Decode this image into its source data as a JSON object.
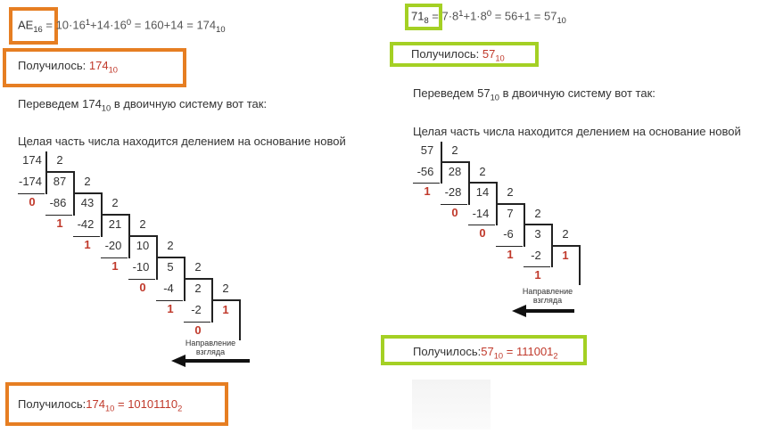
{
  "left": {
    "hex_base": "AE",
    "hex_base_sub": "16",
    "eq_p1": "= 10·16",
    "eq_p1_sup": "1",
    "eq_p2": "+14·16",
    "eq_p2_sup": "0",
    "eq_p3": " = 160+14 = 174",
    "eq_p3_sub": "10",
    "result_label": "Получилось: ",
    "result_value": "174",
    "result_value_sub": "10",
    "convert_text_a": "Переведем 174",
    "convert_text_sub": "10",
    "convert_text_b": " в двоичную систему вот так:",
    "rule_text": "Целая часть числа находится делением на основание новой",
    "division": {
      "dividends": [
        "174",
        "87",
        "43",
        "21",
        "10",
        "5",
        "2",
        "1"
      ],
      "divisors": [
        "2",
        "2",
        "2",
        "2",
        "2",
        "2",
        "2"
      ],
      "subtracted": [
        "-174",
        "-86",
        "-42",
        "-20",
        "-10",
        "-4",
        "-2"
      ],
      "remainders": [
        "0",
        "1",
        "1",
        "1",
        "0",
        "1",
        "0"
      ]
    },
    "direction_label_1": "Направление",
    "direction_label_2": "взгляда",
    "final_label": "Получилось:",
    "final_a": "174",
    "final_a_sub": "10",
    "final_b": " = 10101110",
    "final_b_sub": "2"
  },
  "right": {
    "oct_base": "71",
    "oct_base_sub": "8",
    "eq_p1": " = 7·8",
    "eq_p1_sup": "1",
    "eq_p2": "+1·8",
    "eq_p2_sup": "0",
    "eq_p3": " = 56+1 = 57",
    "eq_p3_sub": "10",
    "result_label": "Получилось: ",
    "result_value": "57",
    "result_value_sub": "10",
    "convert_text_a": "Переведем 57",
    "convert_text_sub": "10",
    "convert_text_b": " в двоичную систему вот так:",
    "rule_text": "Целая часть числа находится делением на основание новой",
    "division": {
      "dividends": [
        "57",
        "28",
        "14",
        "7",
        "3",
        "1"
      ],
      "divisors": [
        "2",
        "2",
        "2",
        "2",
        "2"
      ],
      "subtracted": [
        "-56",
        "-28",
        "-14",
        "-6",
        "-2"
      ],
      "remainders": [
        "1",
        "0",
        "0",
        "1",
        "1"
      ]
    },
    "direction_label_1": "Направление",
    "direction_label_2": "взгляда",
    "final_label": "Получилось:",
    "final_a": "57",
    "final_a_sub": "10",
    "final_b": " = 111001",
    "final_b_sub": "2"
  },
  "colors": {
    "left_frame": "#e67e22",
    "right_frame": "#a4d024",
    "highlight": "#c0392b"
  }
}
